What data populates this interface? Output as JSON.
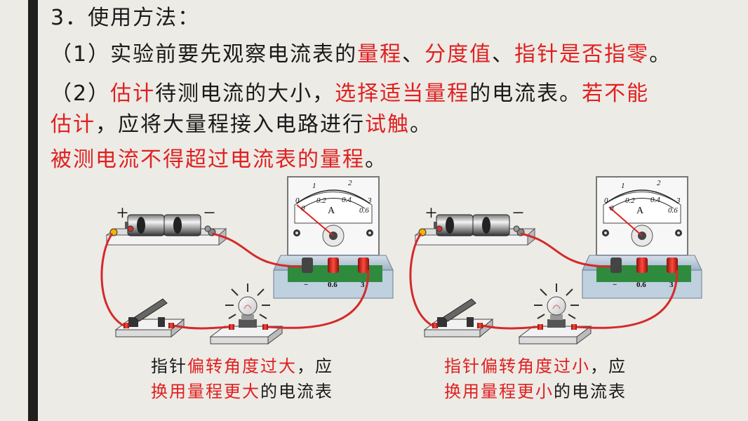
{
  "heading": "3．使用方法：",
  "step1": {
    "prefix": "（1）实验前要先观察电流表的",
    "r1": "量程",
    "sep1": "、",
    "r2": "分度值",
    "sep2": "、",
    "r3": "指针是否指零",
    "end": "。"
  },
  "step2": {
    "prefix": "（2）",
    "r1": "估计",
    "mid1": "待测电流的大小，",
    "r2": "选择适当量程",
    "mid2": "的电流表。",
    "r3": "若不能",
    "r4": "估计",
    "mid3": "，应将大量程接入电路进行",
    "r5": "试触",
    "end": "。"
  },
  "rule": {
    "red": "被测电流不得超过电流表的量程",
    "end": "。"
  },
  "diagram_left": {
    "plus": "+",
    "minus": "−",
    "scale": [
      "0",
      "1",
      "2",
      "3",
      "0",
      "0.2",
      "0.4",
      "0.6"
    ],
    "unit": "A",
    "terminals": [
      "−",
      "0.6",
      "3"
    ],
    "needle_fraction": 0.0,
    "caption": {
      "line1_black": "指针",
      "line1_red": "偏转角度过大",
      "line1_end": "，应",
      "line2_red": "换用量程更大",
      "line2_end": "的电流表"
    }
  },
  "diagram_right": {
    "plus": "+",
    "minus": "−",
    "scale": [
      "0",
      "1",
      "2",
      "3",
      "0",
      "0.2",
      "0.4",
      "0.6"
    ],
    "unit": "A",
    "terminals": [
      "−",
      "0.6",
      "3"
    ],
    "caption": {
      "line1_red": "指针偏转角度过小",
      "line1_end": "，应",
      "line2_red": "换用量程更小",
      "line2_end": "的电流表"
    }
  },
  "colors": {
    "red": "#e02020",
    "wire": "#d42a2a",
    "meter_blue": "#b5c6d6",
    "green": "#2e8b3e"
  }
}
